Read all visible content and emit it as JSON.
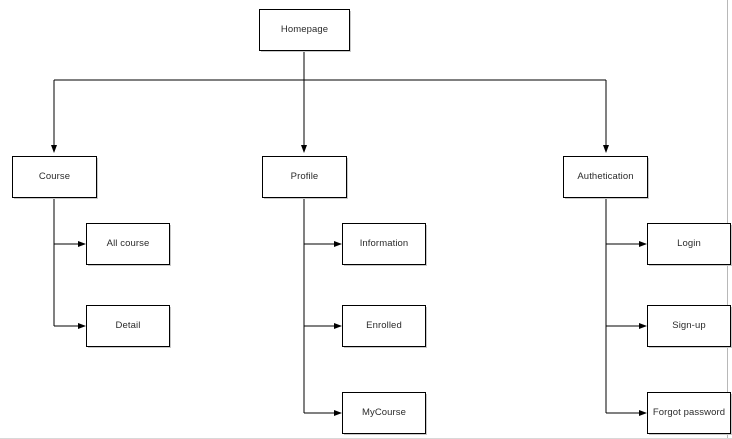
{
  "diagram": {
    "type": "sitemap-flowchart",
    "root": {
      "id": "homepage",
      "label": "Homepage"
    },
    "branches": [
      {
        "id": "course",
        "label": "Course",
        "children": [
          {
            "id": "all-course",
            "label": "All course"
          },
          {
            "id": "detail",
            "label": "Detail"
          }
        ]
      },
      {
        "id": "profile",
        "label": "Profile",
        "children": [
          {
            "id": "information",
            "label": "Information"
          },
          {
            "id": "enrolled",
            "label": "Enrolled"
          },
          {
            "id": "mycourse",
            "label": "MyCourse"
          }
        ]
      },
      {
        "id": "authetication",
        "label": "Authetication",
        "children": [
          {
            "id": "login",
            "label": "Login"
          },
          {
            "id": "sign-up",
            "label": "Sign-up"
          },
          {
            "id": "forgot-password",
            "label": "Forgot password"
          }
        ]
      }
    ]
  },
  "style": {
    "line_color": "#000000",
    "box_border_color": "#000000",
    "box_fill": "#ffffff",
    "text_color": "#2b2b2b",
    "shadow_color": "#c9c9c9",
    "page_edge_color": "#b8b8b8"
  }
}
